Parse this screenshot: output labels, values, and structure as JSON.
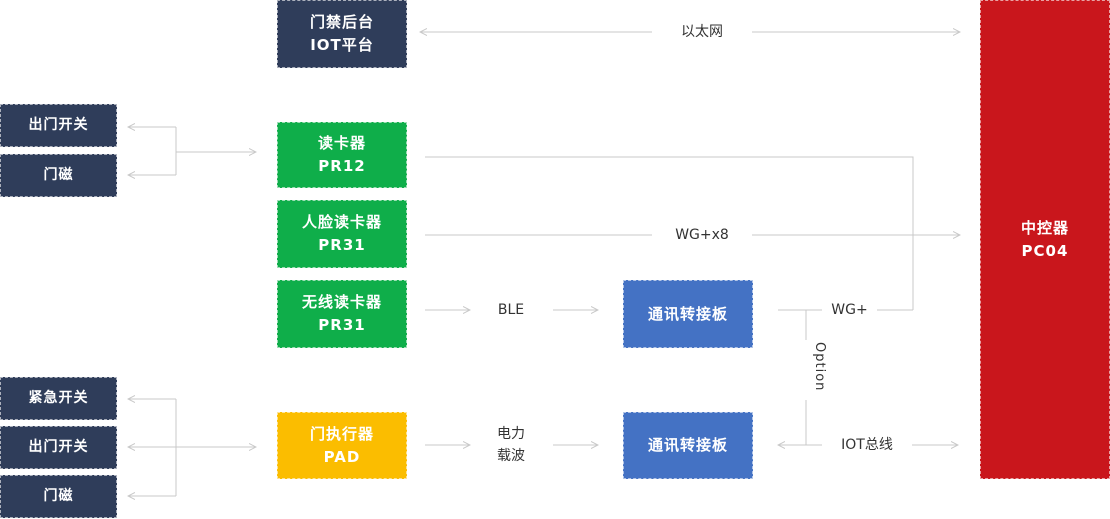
{
  "nodes": {
    "platform": {
      "line1": "门禁后台",
      "line2": "IOT平台"
    },
    "reader": {
      "line1": "读卡器",
      "line2": "PR12"
    },
    "face_reader": {
      "line1": "人脸读卡器",
      "line2": "PR31"
    },
    "wireless_reader": {
      "line1": "无线读卡器",
      "line2": "PR31"
    },
    "door_actuator": {
      "line1": "门执行器",
      "line2": "PAD"
    },
    "converter_1": {
      "label": "通讯转接板"
    },
    "converter_2": {
      "label": "通讯转接板"
    },
    "controller": {
      "line1": "中控器",
      "line2": "PC04"
    },
    "exit_switch_1": {
      "label": "出门开关"
    },
    "door_magnet_1": {
      "label": "门磁"
    },
    "emergency_switch": {
      "label": "紧急开关"
    },
    "exit_switch_2": {
      "label": "出门开关"
    },
    "door_magnet_2": {
      "label": "门磁"
    }
  },
  "edges": {
    "ethernet": "以太网",
    "wg_x8": "WG+x8",
    "ble": "BLE",
    "wg_plus": "WG+",
    "option": "Option",
    "power_carrier_line1": "电力",
    "power_carrier_line2": "载波",
    "iot_bus": "IOT总线"
  },
  "colors": {
    "navy": "#2f3d5a",
    "green": "#0fae4a",
    "yellow": "#fbbd00",
    "blue": "#4472c4",
    "red": "#c9161c",
    "line": "#c8c8c8"
  }
}
